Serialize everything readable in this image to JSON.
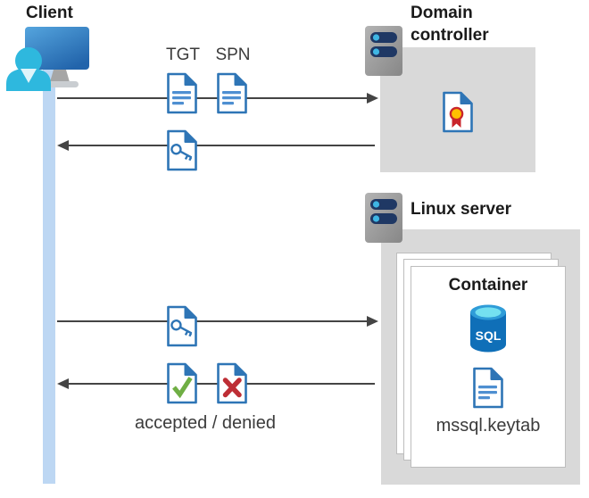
{
  "client": {
    "label": "Client"
  },
  "domain_controller": {
    "label": "Domain controller"
  },
  "linux_server": {
    "label": "Linux server"
  },
  "container": {
    "label": "Container",
    "sql_label": "SQL",
    "keytab_label": "mssql.keytab"
  },
  "messages": {
    "tgt": "TGT",
    "spn": "SPN",
    "accepted_denied": "accepted / denied"
  },
  "icons": {
    "client": "user-monitor-icon",
    "servers": "server-icon",
    "ticket_documents": "document-icon",
    "service_ticket": "key-document-icon",
    "certificate": "certificate-document-icon",
    "accepted": "check-document-icon",
    "denied": "x-document-icon",
    "database": "sql-database-icon"
  },
  "colors": {
    "doc_blue": "#2e75b6",
    "doc_line_blue": "#4e8fd1",
    "arrow_gray": "#444444",
    "box_gray": "#d9d9d9",
    "bar_blue": "#bdd7f3",
    "check_green": "#6fae44",
    "cross_red": "#be2e35",
    "sql_blue": "#0f6fb8",
    "sql_rim_blue": "#2f9cd8",
    "sql_cyan": "#74e0f0",
    "person_cyan": "#2eb8de",
    "pill_navy": "#1f3864",
    "pill_dot_blue": "#3fb6e4",
    "medal_yellow": "#ffc000",
    "medal_red": "#c9252b",
    "stand_gray": "#a6a6a6"
  }
}
